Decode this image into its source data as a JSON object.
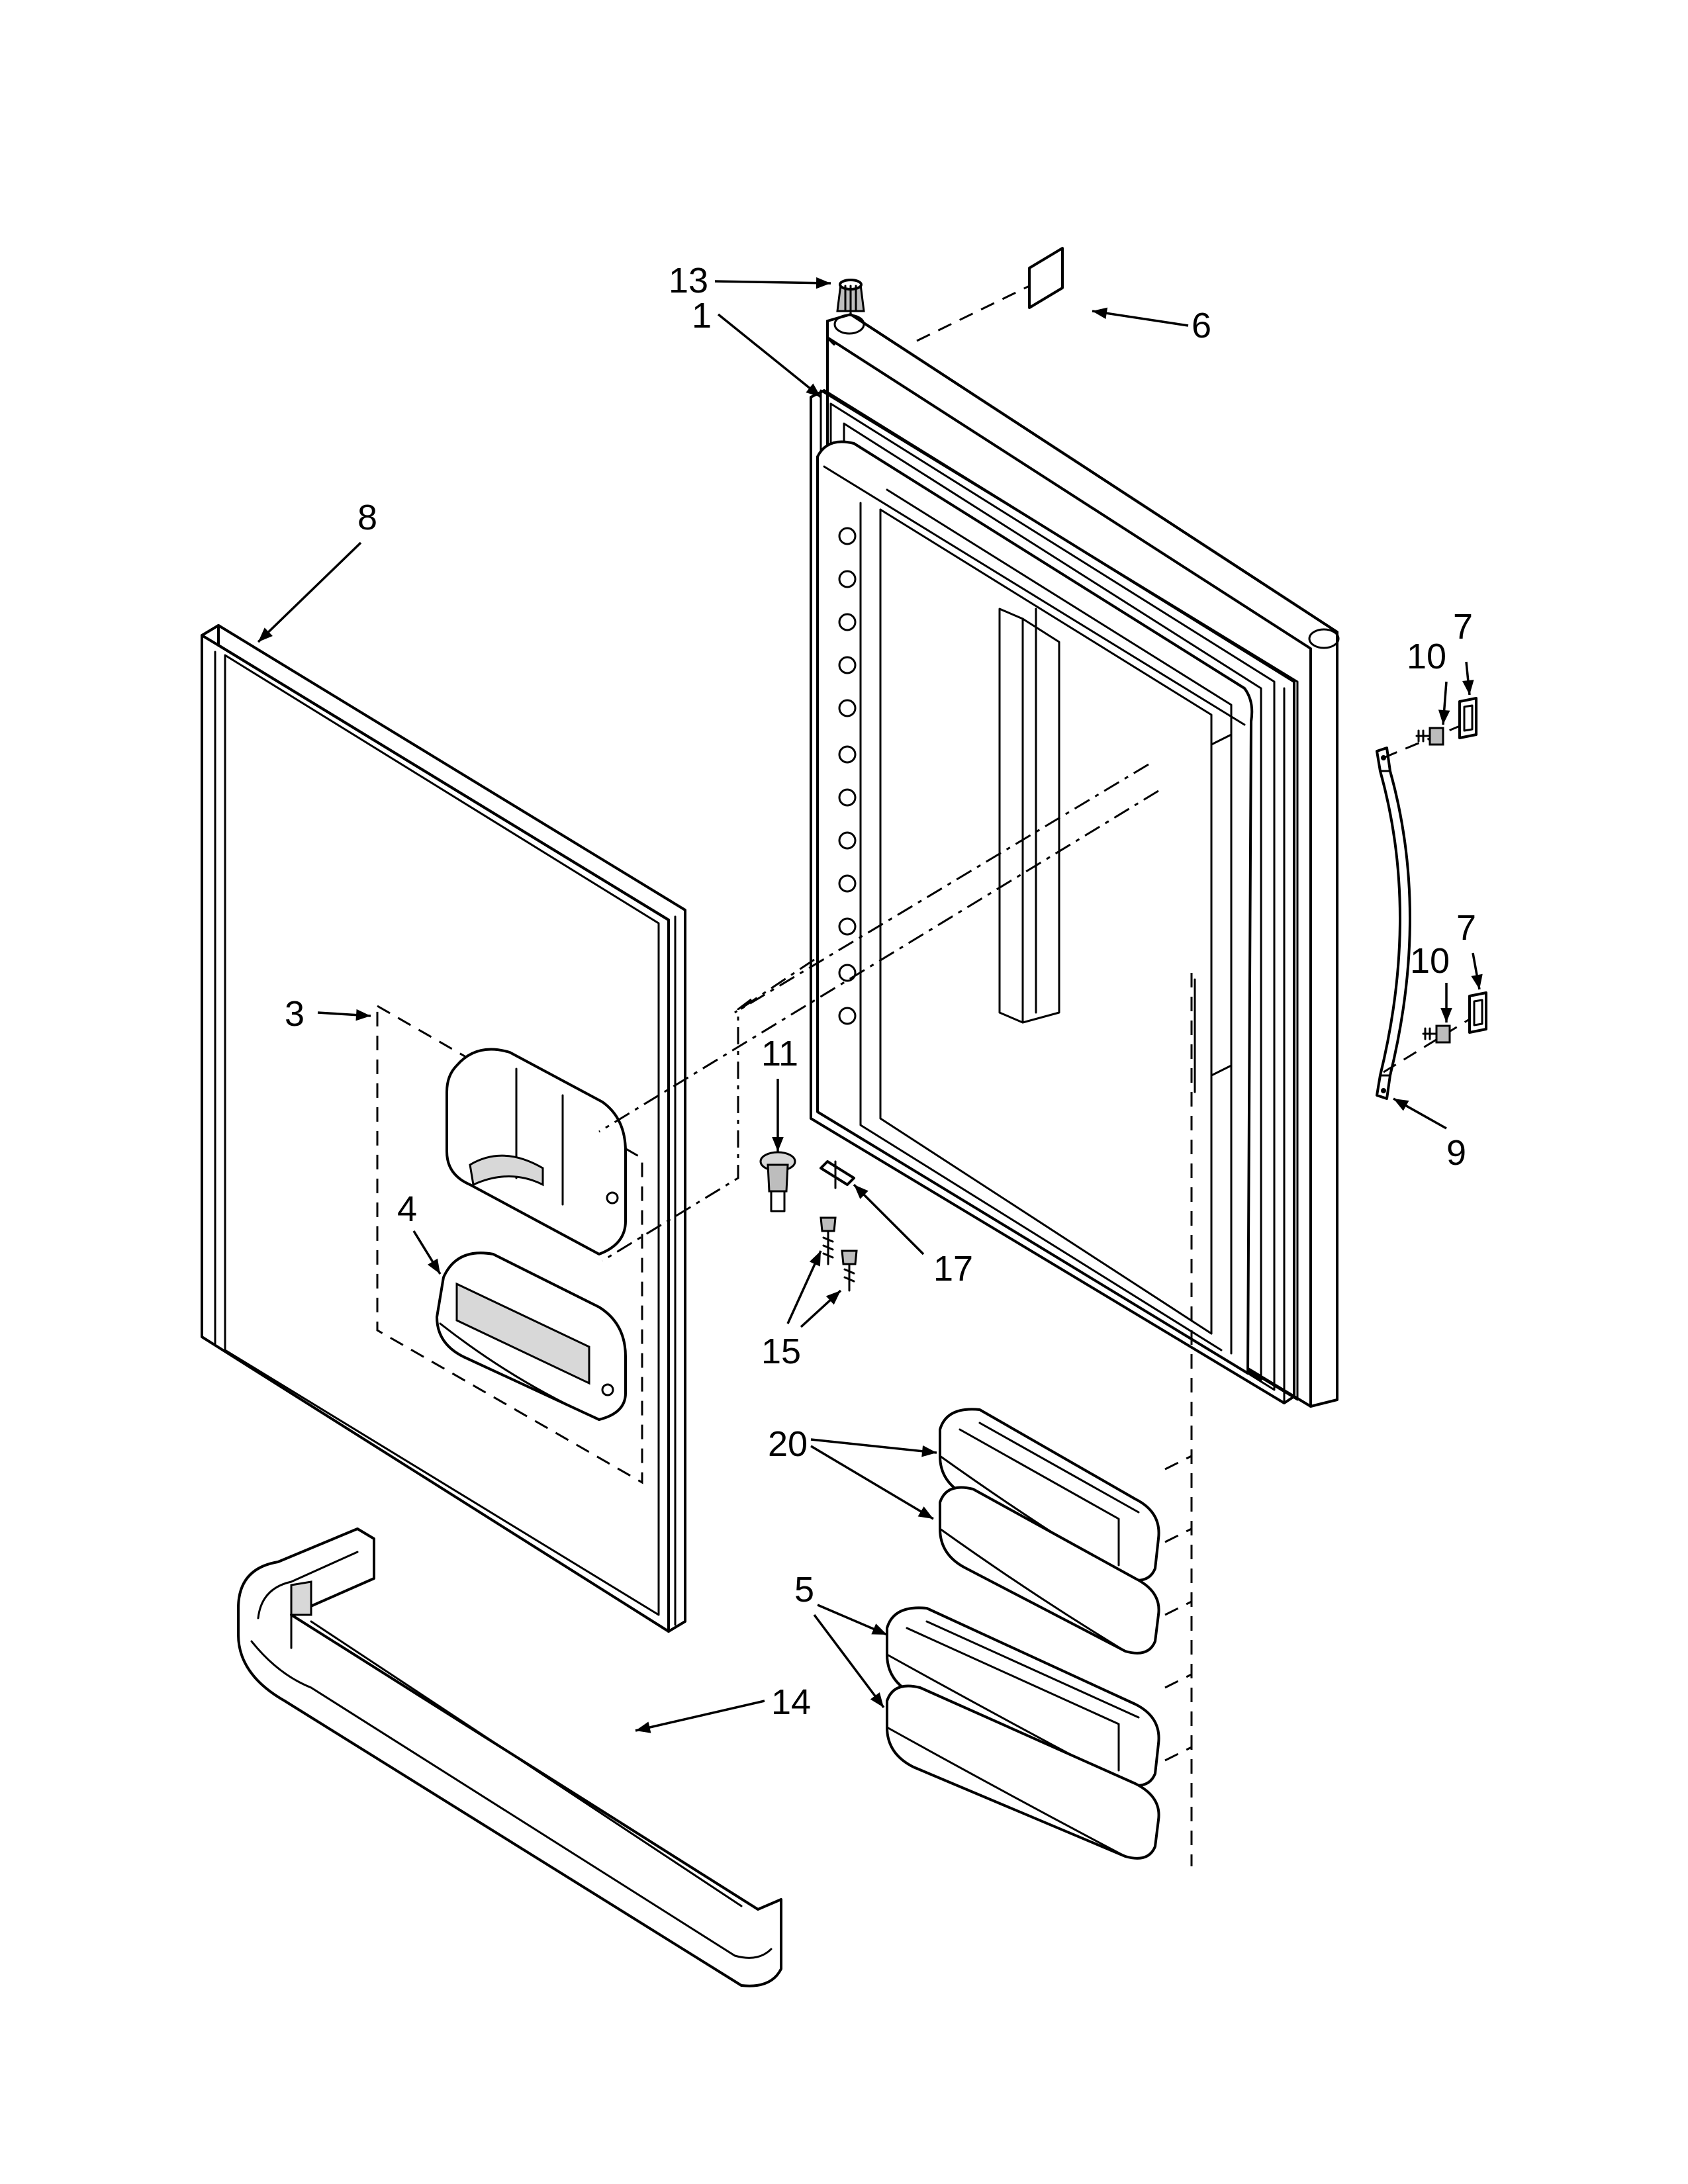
{
  "callouts": {
    "c1": "1",
    "c3": "3",
    "c4": "4",
    "c5": "5",
    "c6": "6",
    "c7a": "7",
    "c7b": "7",
    "c8": "8",
    "c9": "9",
    "c10a": "10",
    "c10b": "10",
    "c11": "11",
    "c13": "13",
    "c14": "14",
    "c15": "15",
    "c17": "17",
    "c20": "20"
  },
  "colors": {
    "line": "#000000",
    "background": "#ffffff",
    "shade": "#d8d8d8"
  }
}
